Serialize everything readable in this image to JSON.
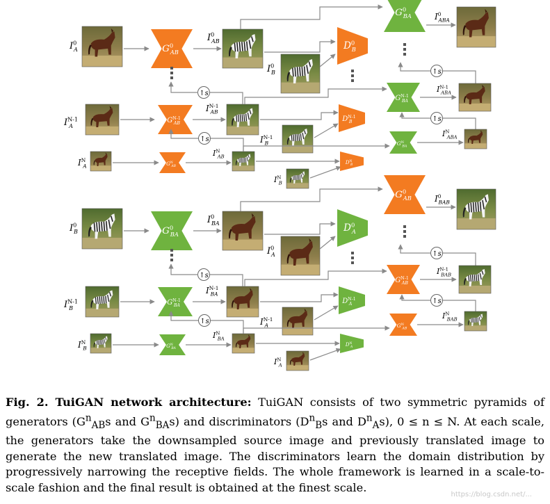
{
  "colors": {
    "gen_ab": "#f37b21",
    "gen_ba": "#6fb33f",
    "arrow": "#8a8a8a"
  },
  "images": {
    "horse": "horse",
    "zebra": "zebra"
  },
  "labels": {
    "I_A_0": "I<sup>0</sup><sub>A</sub>",
    "I_A_N1": "I<sup>N-1</sup><sub>A</sub>",
    "I_A_N": "I<sup>N</sup><sub>A</sub>",
    "I_B_0": "I<sup>0</sup><sub>B</sub>",
    "I_B_N1": "I<sup>N-1</sup><sub>B</sub>",
    "I_B_N": "I<sup>N</sup><sub>B</sub>",
    "I_AB_0": "I<sup>0</sup><sub>AB</sub>",
    "I_AB_N1": "I<sup>N-1</sup><sub>AB</sub>",
    "I_AB_N": "I<sup>N</sup><sub>AB</sub>",
    "I_BA_0": "I<sup>0</sup><sub>BA</sub>",
    "I_BA_N1": "I<sup>N-1</sup><sub>BA</sub>",
    "I_BA_N": "I<sup>N</sup><sub>BA</sub>",
    "I_ABA_0": "I<sup>0</sup><sub>ABA</sub>",
    "I_ABA_N1": "I<sup>N-1</sup><sub>ABA</sub>",
    "I_ABA_N": "I<sup>N</sup><sub>ABA</sub>",
    "I_BAB_0": "I<sup>0</sup><sub>BAB</sub>",
    "I_BAB_N1": "I<sup>N-1</sup><sub>BAB</sub>",
    "I_BAB_N": "I<sup>N</sup><sub>BAB</sub>",
    "G_AB_0": "G<sup>0</sup><sub>AB</sub>",
    "G_AB_N1": "G<sup>N-1</sup><sub>AB</sub>",
    "G_AB_N": "G<sup>N</sup><sub>AB</sub>",
    "G_BA_0": "G<sup>0</sup><sub>BA</sub>",
    "G_BA_N1": "G<sup>N-1</sup><sub>BA</sub>",
    "G_BA_N": "G<sup>N</sup><sub>BA</sub>",
    "D_B_0": "D<sup>0</sup><sub>B</sub>",
    "D_B_N1": "D<sup>N-1</sup><sub>B</sub>",
    "D_B_N": "D<sup>N</sup><sub>B</sub>",
    "D_A_0": "D<sup>0</sup><sub>A</sub>",
    "D_A_N1": "D<sup>N-1</sup><sub>A</sub>",
    "D_A_N": "D<sup>N</sup><sub>A</sub>",
    "upsample": "↑s"
  },
  "caption": {
    "prefix": "Fig. 2. TuiGAN network architecture:",
    "text": " TuiGAN consists of two symmetric pyramids of generators (G<sup>n</sup><sub>AB</sub>s and G<sup>n</sup><sub>BA</sub>s) and discriminators (D<sup>n</sup><sub>B</sub>s and D<sup>n</sup><sub>A</sub>s), 0 ≤ n ≤ N. At each scale, the generators take the downsampled source image and previously translated image to generate the new translated image. The discriminators learn the domain distribution by progressively narrowing the receptive fields. The whole framework is learned in a scale-to-scale fashion and the final result is obtained at the finest scale."
  },
  "watermark": "https://blog.csdn.net/..."
}
